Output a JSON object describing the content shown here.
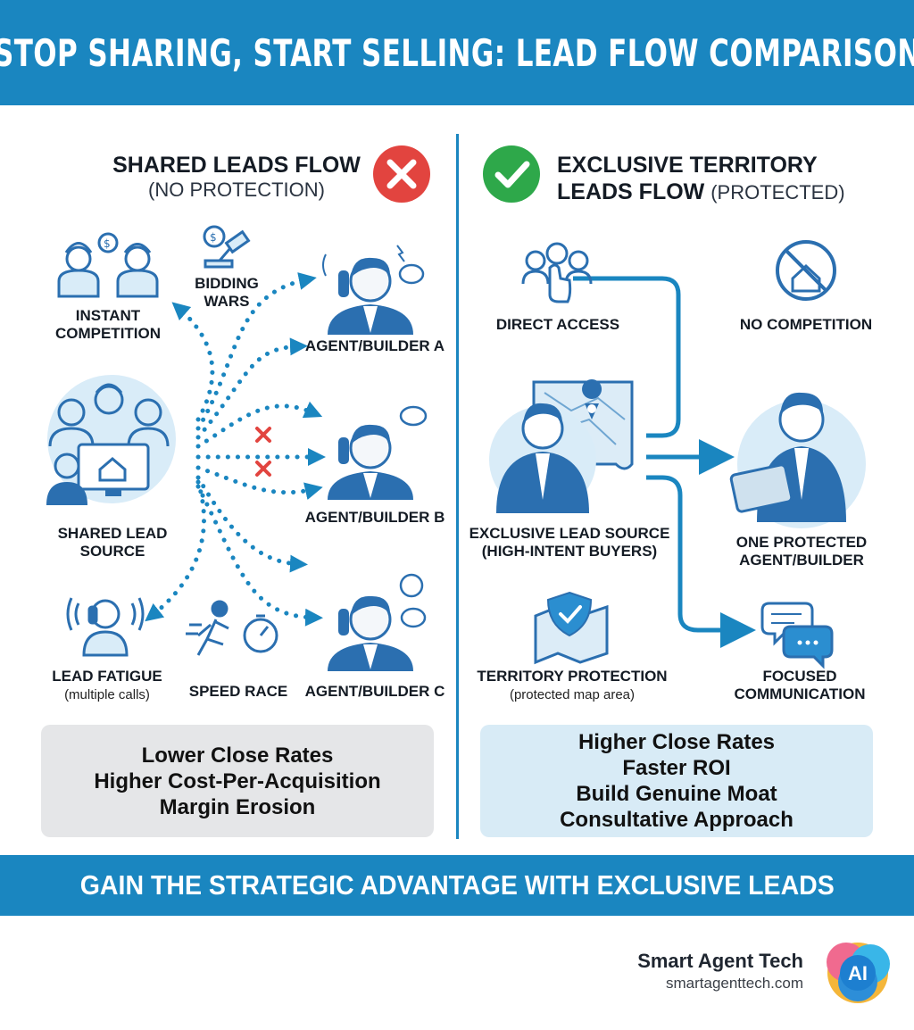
{
  "title": "STOP SHARING, START SELLING: LEAD FLOW COMPARISON",
  "left": {
    "heading": "SHARED LEADS FLOW",
    "subheading": "(NO PROTECTION)",
    "labels": {
      "instant_competition": "INSTANT\nCOMPETITION",
      "bidding_wars": "BIDDING\nWARS",
      "agent_a": "AGENT/BUILDER A",
      "agent_b": "AGENT/BUILDER B",
      "agent_c": "AGENT/BUILDER C",
      "shared_source": "SHARED LEAD\nSOURCE",
      "lead_fatigue": "LEAD FATIGUE",
      "lead_fatigue_note": "(multiple calls)",
      "speed_race": "SPEED RACE"
    },
    "summary": [
      "Lower Close Rates",
      "Higher Cost-Per-Acquisition",
      "Margin Erosion"
    ]
  },
  "right": {
    "heading_line1": "EXCLUSIVE TERRITORY",
    "heading_line2": "LEADS FLOW",
    "subheading": "(PROTECTED)",
    "labels": {
      "direct_access": "DIRECT ACCESS",
      "no_competition": "NO COMPETITION",
      "exclusive_source": "EXCLUSIVE LEAD SOURCE\n(HIGH-INTENT BUYERS)",
      "protected_agent": "ONE PROTECTED\nAGENT/BUILDER",
      "territory_protection": "TERRITORY PROTECTION",
      "territory_note": "(protected map area)",
      "focused_communication": "FOCUSED\nCOMMUNICATION"
    },
    "summary": [
      "Higher Close Rates",
      "Faster ROI",
      "Build Genuine Moat",
      "Consultative Approach"
    ]
  },
  "footer_banner": "GAIN THE STRATEGIC ADVANTAGE WITH EXCLUSIVE LEADS",
  "brand": {
    "name": "Smart Agent Tech",
    "url": "smartagenttech.com",
    "logo_text": "AI"
  },
  "colors": {
    "primary_blue": "#1a86c0",
    "icon_blue": "#2b6fb0",
    "red": "#e2443f",
    "green": "#2ea84a",
    "grey_panel": "#e5e6e8",
    "light_blue_panel": "#d8ebf6"
  },
  "icons": [
    "x-circle-icon",
    "check-circle-icon",
    "workers-icon",
    "gavel-icon",
    "agent-phone-icon",
    "crowd-computer-icon",
    "caller-icon",
    "runner-stopwatch-icon",
    "cross-mark-icon",
    "group-pointer-icon",
    "no-house-icon",
    "map-person-icon",
    "tablet-agent-icon",
    "shield-map-icon",
    "chat-bubbles-icon"
  ]
}
